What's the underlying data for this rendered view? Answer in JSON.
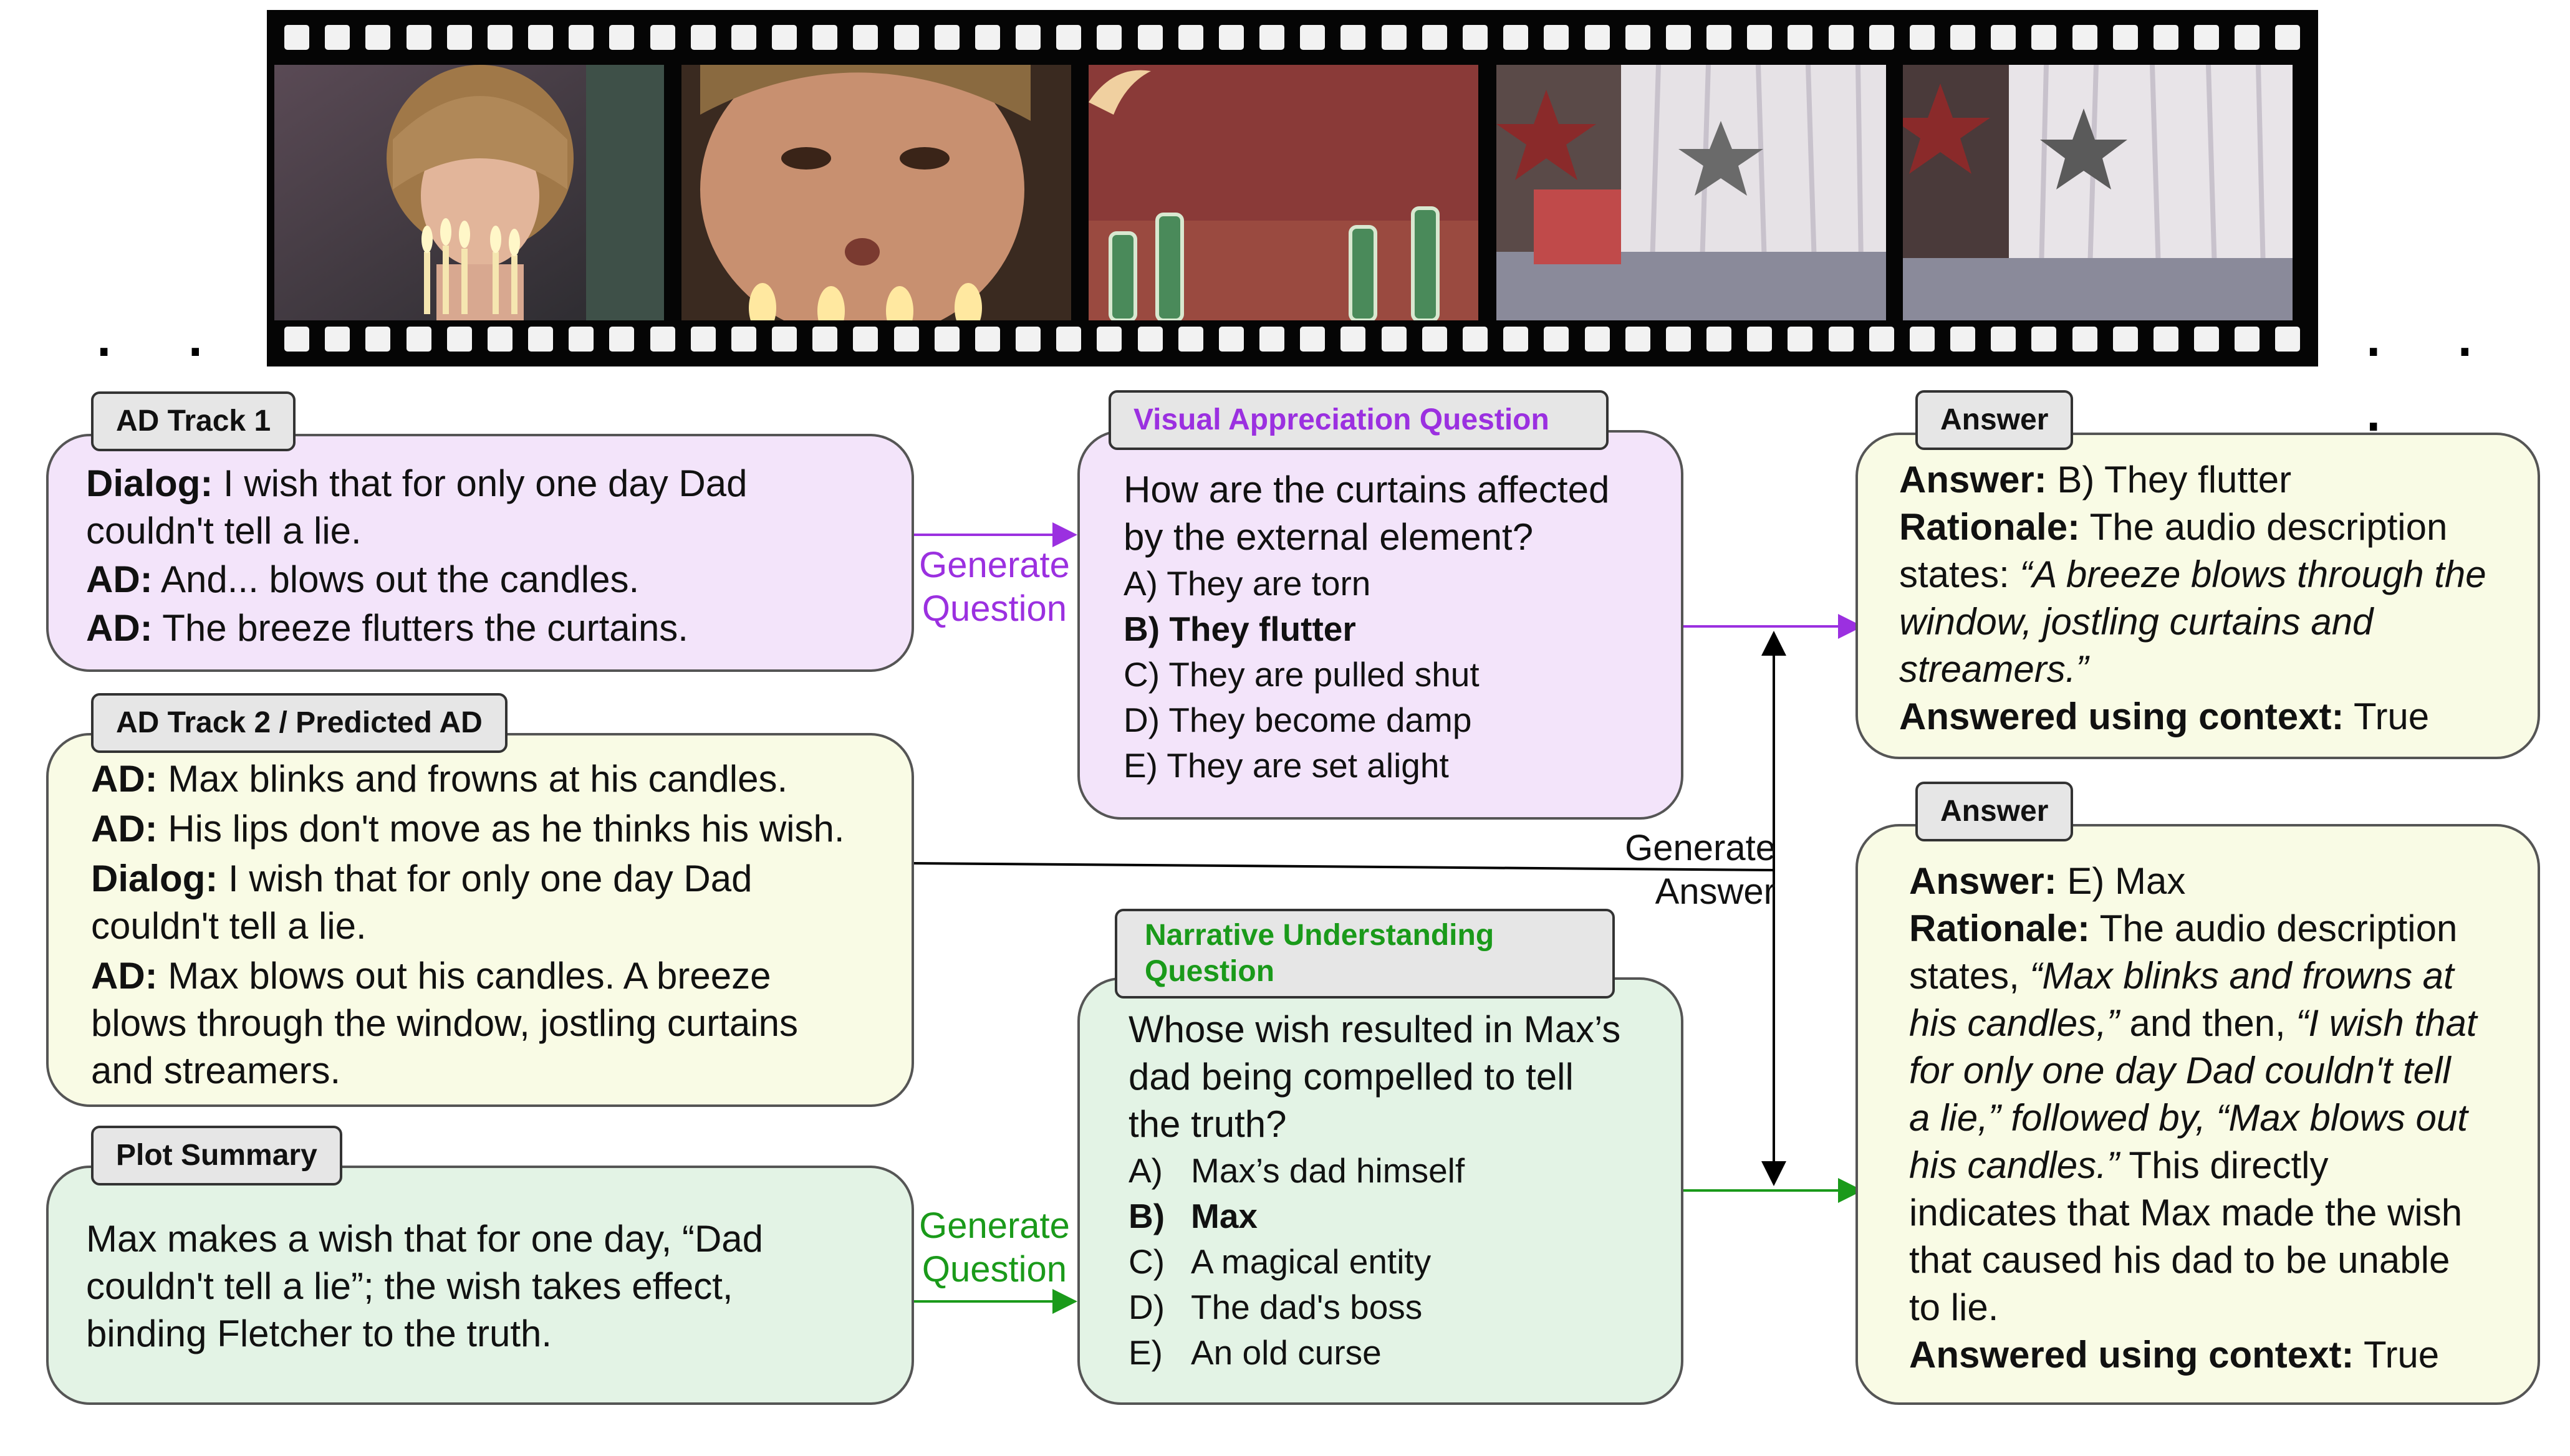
{
  "filmstrip": {
    "frames": [
      "boy-with-candles",
      "boy-blowing-candles",
      "candles-blown-out",
      "curtains-and-stars",
      "curtains-and-stars-2"
    ],
    "ellipsis_left": ". . .",
    "ellipsis_right": ". . ."
  },
  "ad_track_1": {
    "label": "AD Track 1",
    "lines": [
      {
        "speaker": "Dialog:",
        "text": " I wish that for only one day Dad"
      },
      {
        "speaker": "",
        "text": "couldn't tell a lie."
      },
      {
        "speaker": "AD:",
        "text": " And... blows out the candles."
      },
      {
        "speaker": "AD:",
        "text": " The breeze flutters the curtains."
      }
    ]
  },
  "ad_track_2": {
    "label": "AD Track 2 / Predicted AD",
    "lines": [
      {
        "speaker": "AD:",
        "text": " Max blinks and frowns at his candles."
      },
      {
        "speaker": "AD:",
        "text": " His lips don't move as he thinks his wish."
      },
      {
        "speaker": "Dialog:",
        "text": " I wish that for only one day Dad"
      },
      {
        "speaker": "",
        "text": "couldn't tell a lie."
      },
      {
        "speaker": "AD:",
        "text": " Max blows out his candles. A breeze"
      },
      {
        "speaker": "",
        "text": "blows through the window, jostling curtains"
      },
      {
        "speaker": "",
        "text": "and streamers."
      }
    ]
  },
  "plot_summary": {
    "label": "Plot Summary",
    "lines": [
      "Max makes a wish that for one day, “Dad",
      "couldn't tell a lie”; the wish takes effect,",
      "binding Fletcher to the truth."
    ]
  },
  "generate_question_1": [
    "Generate",
    "Question"
  ],
  "generate_question_2": [
    "Generate",
    "Question"
  ],
  "generate_answer": [
    "Generate",
    "Answer"
  ],
  "visual_question": {
    "label": "Visual Appreciation Question",
    "question_lines": [
      "How are the curtains affected",
      "by the external element?"
    ],
    "options": [
      {
        "text": "A) They are torn",
        "correct": false
      },
      {
        "text": "B) They flutter",
        "correct": true
      },
      {
        "text": "C) They are pulled shut",
        "correct": false
      },
      {
        "text": "D) They become damp",
        "correct": false
      },
      {
        "text": "E) They are set alight",
        "correct": false
      }
    ]
  },
  "narrative_question": {
    "label_line1": "Narrative Understanding",
    "label_line2": "Question",
    "question_lines": [
      "Whose wish resulted in Max’s",
      "dad being compelled to tell",
      "the truth?"
    ],
    "options": [
      {
        "key": "A)",
        "text": "Max’s dad himself",
        "correct": false
      },
      {
        "key": "B)",
        "text": "Max",
        "correct": true
      },
      {
        "key": "C)",
        "text": "A magical entity",
        "correct": false
      },
      {
        "key": "D)",
        "text": "The dad's boss",
        "correct": false
      },
      {
        "key": "E)",
        "text": "An old curse",
        "correct": false
      }
    ]
  },
  "answer_1": {
    "label": "Answer",
    "answer_key": "Answer:",
    "answer_val": " B) They flutter",
    "rationale_key": "Rationale:",
    "rationale_text": " The audio description",
    "rationale_line2_plain": "states: ",
    "rationale_line2_italic": "“A breeze blows through the",
    "rationale_line3_italic": "window, jostling curtains and",
    "rationale_line4_italic": "streamers.”",
    "context_key": "Answered using context:",
    "context_val": " True"
  },
  "answer_2": {
    "label": "Answer",
    "answer_key": "Answer:",
    "answer_val": " E) Max",
    "rationale_key": "Rationale:",
    "rationale_text": " The audio description",
    "l2_plain": "states, ",
    "l2_italic": "“Max blinks and frowns at",
    "l3_italic": "his candles,”",
    "l3_plain": " and then, ",
    "l3_italic2": "“I wish that",
    "l4_italic": "for only one day Dad couldn't tell",
    "l5_italic": "a lie,” followed by, “Max blows out",
    "l6_italic": "his candles.”",
    "l6_plain": " This directly",
    "l7": "indicates that Max made the wish",
    "l8": "that caused his dad to be unable",
    "l9": "to lie.",
    "context_key": "Answered using context:",
    "context_val": " True"
  },
  "colors": {
    "purple_accent": "#9b30e0",
    "green_accent": "#1a9a1a",
    "purple_box": "#f3e4fa",
    "yellow_box": "#f9fbe5",
    "green_box": "#e3f3e5"
  }
}
